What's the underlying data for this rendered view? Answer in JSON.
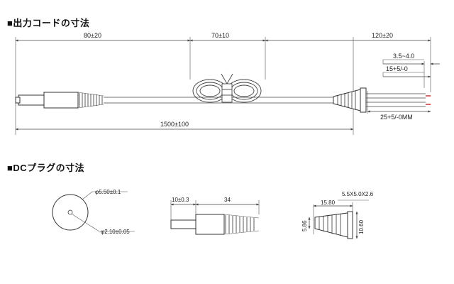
{
  "headings": {
    "cord": "■出力コードの寸法",
    "plug": "■DCプラグの寸法"
  },
  "cord_dims": {
    "plug_length": "80±20",
    "bundle_length": "70±10",
    "lead_length": "120±20",
    "strip_a": "3.5~4.0",
    "strip_b": "15+5/-0",
    "split": "25+5/-0MM",
    "total_length": "1500±100"
  },
  "plug_dims": {
    "outer_diameter": "φ5.50±0.1",
    "inner_diameter": "φ2.10±0.05",
    "tip_length": "10±0.3",
    "body_length": "34",
    "side_size": "5.5X5.0X2.6",
    "side_length": "15.80",
    "side_height_left": "5.86",
    "side_height_right": "10.60"
  }
}
